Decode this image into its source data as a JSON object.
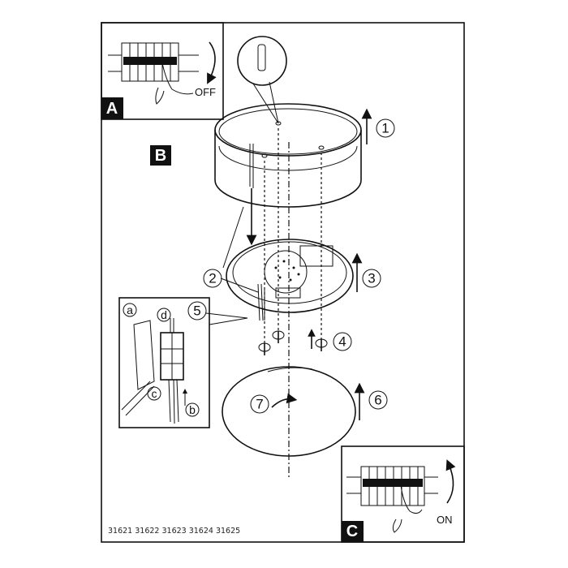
{
  "panels": {
    "a": {
      "label": "A",
      "switch_text": "OFF"
    },
    "b": {
      "label": "B"
    },
    "c": {
      "label": "C",
      "switch_text": "ON"
    }
  },
  "steps": [
    "1",
    "2",
    "3",
    "4",
    "5",
    "6",
    "7"
  ],
  "wiring_steps": [
    "a",
    "b",
    "c",
    "d"
  ],
  "model_numbers": "31621 31622 31623 31624 31625"
}
